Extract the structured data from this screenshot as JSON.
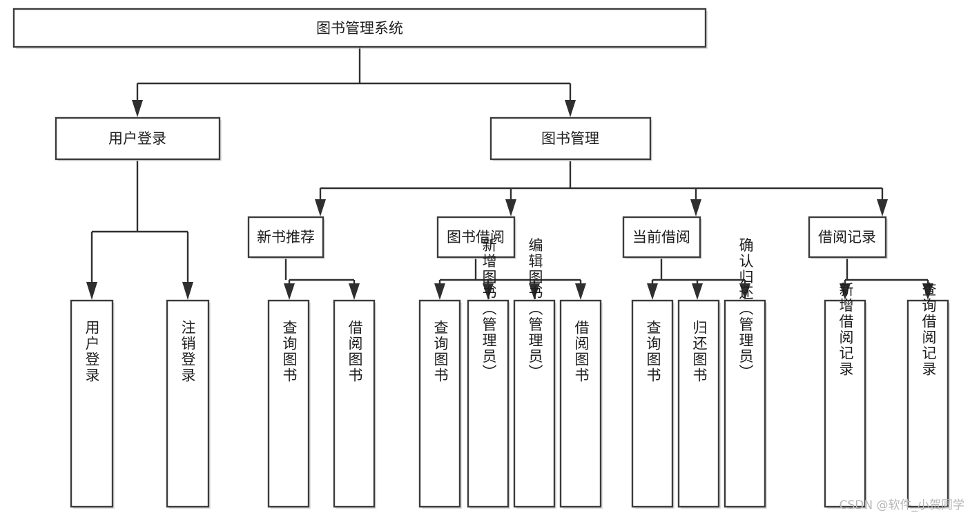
{
  "diagram": {
    "title": "图书管理系统",
    "type": "hierarchy-tree",
    "colors": {
      "box_fill": "#ffffff",
      "box_stroke": "#3b3b3b",
      "connector": "#2f2f2f",
      "text": "#1d1d1d",
      "watermark": "#b6b6b6",
      "background": "#ffffff"
    },
    "root": {
      "label": "图书管理系统"
    },
    "level2": [
      {
        "label": "用户登录"
      },
      {
        "label": "图书管理"
      }
    ],
    "level3": [
      {
        "label": "新书推荐"
      },
      {
        "label": "图书借阅"
      },
      {
        "label": "当前借阅"
      },
      {
        "label": "借阅记录"
      }
    ],
    "leaves": {
      "user_login": [
        {
          "label": "用户登录"
        },
        {
          "label": "注销登录"
        }
      ],
      "new_book_recommend": [
        {
          "label": "查询图书"
        },
        {
          "label": "借阅图书"
        }
      ],
      "book_borrow": [
        {
          "label": "查询图书"
        },
        {
          "label": "新增图书（管理员）"
        },
        {
          "label": "编辑图书（管理员）"
        },
        {
          "label": "借阅图书"
        }
      ],
      "current_borrow": [
        {
          "label": "查询图书"
        },
        {
          "label": "归还图书"
        },
        {
          "label": "确认归还（管理员）"
        }
      ],
      "borrow_record": [
        {
          "label": "新增借阅记录"
        },
        {
          "label": "查询借阅记录"
        }
      ]
    }
  },
  "watermark": {
    "text": "CSDN @软件_小贺同学"
  }
}
